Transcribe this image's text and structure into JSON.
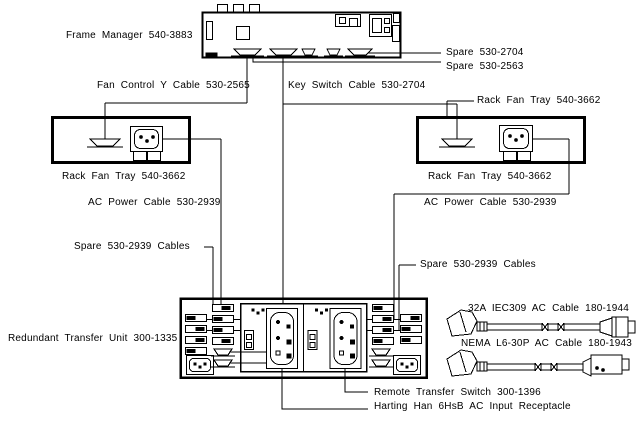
{
  "diagram_title": "Frame Manager / Rack Fan Tray / Redundant Transfer Unit cabling diagram",
  "colors": {
    "line": "#000000",
    "background": "#ffffff"
  },
  "labels": {
    "frame_manager": "Frame Manager 540-3883",
    "spare_2704": "Spare 530-2704",
    "spare_2563": "Spare 530-2563",
    "fan_control_cable": "Fan Control Y Cable 530-2565",
    "key_switch_cable": "Key Switch Cable 530-2704",
    "rack_fan_tray_top": "Rack Fan Tray 540-3662",
    "rack_fan_tray_left": "Rack Fan Tray 540-3662",
    "rack_fan_tray_right": "Rack Fan Tray 540-3662",
    "ac_power_cable_left": "AC Power Cable 530-2939",
    "ac_power_cable_right": "AC Power Cable 530-2939",
    "spare_cables_left": "Spare 530-2939 Cables",
    "spare_cables_right": "Spare 530-2939 Cables",
    "redundant_transfer_unit": "Redundant Transfer Unit 300-1335",
    "iec309_cable": "32A IEC309 AC Cable 180-1944",
    "nema_cable": "NEMA L6-30P AC Cable 180-1943",
    "remote_transfer_switch": "Remote Transfer Switch 300-1396",
    "harting_receptacle": "Harting Han 6HsB AC Input Receptacle"
  },
  "components": {
    "frame_manager_connectors": 5,
    "rack_fan_trays": 2,
    "rtu_iec_inlets": 2,
    "cable_assemblies": 2
  }
}
